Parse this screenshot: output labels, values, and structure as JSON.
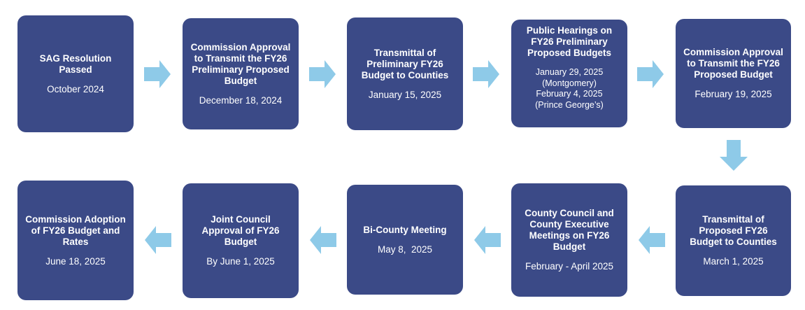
{
  "colors": {
    "box_fill": "#3b4a87",
    "arrow_fill": "#8ecae8",
    "text": "#ffffff"
  },
  "steps": [
    {
      "title": "SAG Resolution Passed",
      "date": "October 2024"
    },
    {
      "title": "Commission Approval to Transmit the FY26 Preliminary Proposed Budget",
      "date": "December 18, 2024"
    },
    {
      "title": "Transmittal of Preliminary FY26 Budget to Counties",
      "date": "January 15, 2025"
    },
    {
      "title": "Public Hearings on FY26 Preliminary Proposed Budgets",
      "date": "January 29, 2025\n(Montgomery)\nFebruary 4, 2025\n(Prince George’s)"
    },
    {
      "title": "Commission Approval to Transmit the FY26 Proposed Budget",
      "date": "February 19, 2025"
    },
    {
      "title": "Transmittal of Proposed FY26 Budget to Counties",
      "date": "March 1, 2025"
    },
    {
      "title": "County Council and County Executive Meetings on FY26 Budget",
      "date": "February - April 2025"
    },
    {
      "title": "Bi-County Meeting",
      "date": "May 8,  2025"
    },
    {
      "title": "Joint Council Approval of FY26 Budget",
      "date": "By June 1, 2025"
    },
    {
      "title": "Commission Adoption of FY26 Budget and Rates",
      "date": "June 18, 2025"
    }
  ],
  "arrows": [
    {
      "name": "arrow-right-icon",
      "direction": "right"
    },
    {
      "name": "arrow-right-icon",
      "direction": "right"
    },
    {
      "name": "arrow-right-icon",
      "direction": "right"
    },
    {
      "name": "arrow-right-icon",
      "direction": "right"
    },
    {
      "name": "arrow-down-icon",
      "direction": "down"
    },
    {
      "name": "arrow-left-icon",
      "direction": "left"
    },
    {
      "name": "arrow-left-icon",
      "direction": "left"
    },
    {
      "name": "arrow-left-icon",
      "direction": "left"
    },
    {
      "name": "arrow-left-icon",
      "direction": "left"
    }
  ]
}
